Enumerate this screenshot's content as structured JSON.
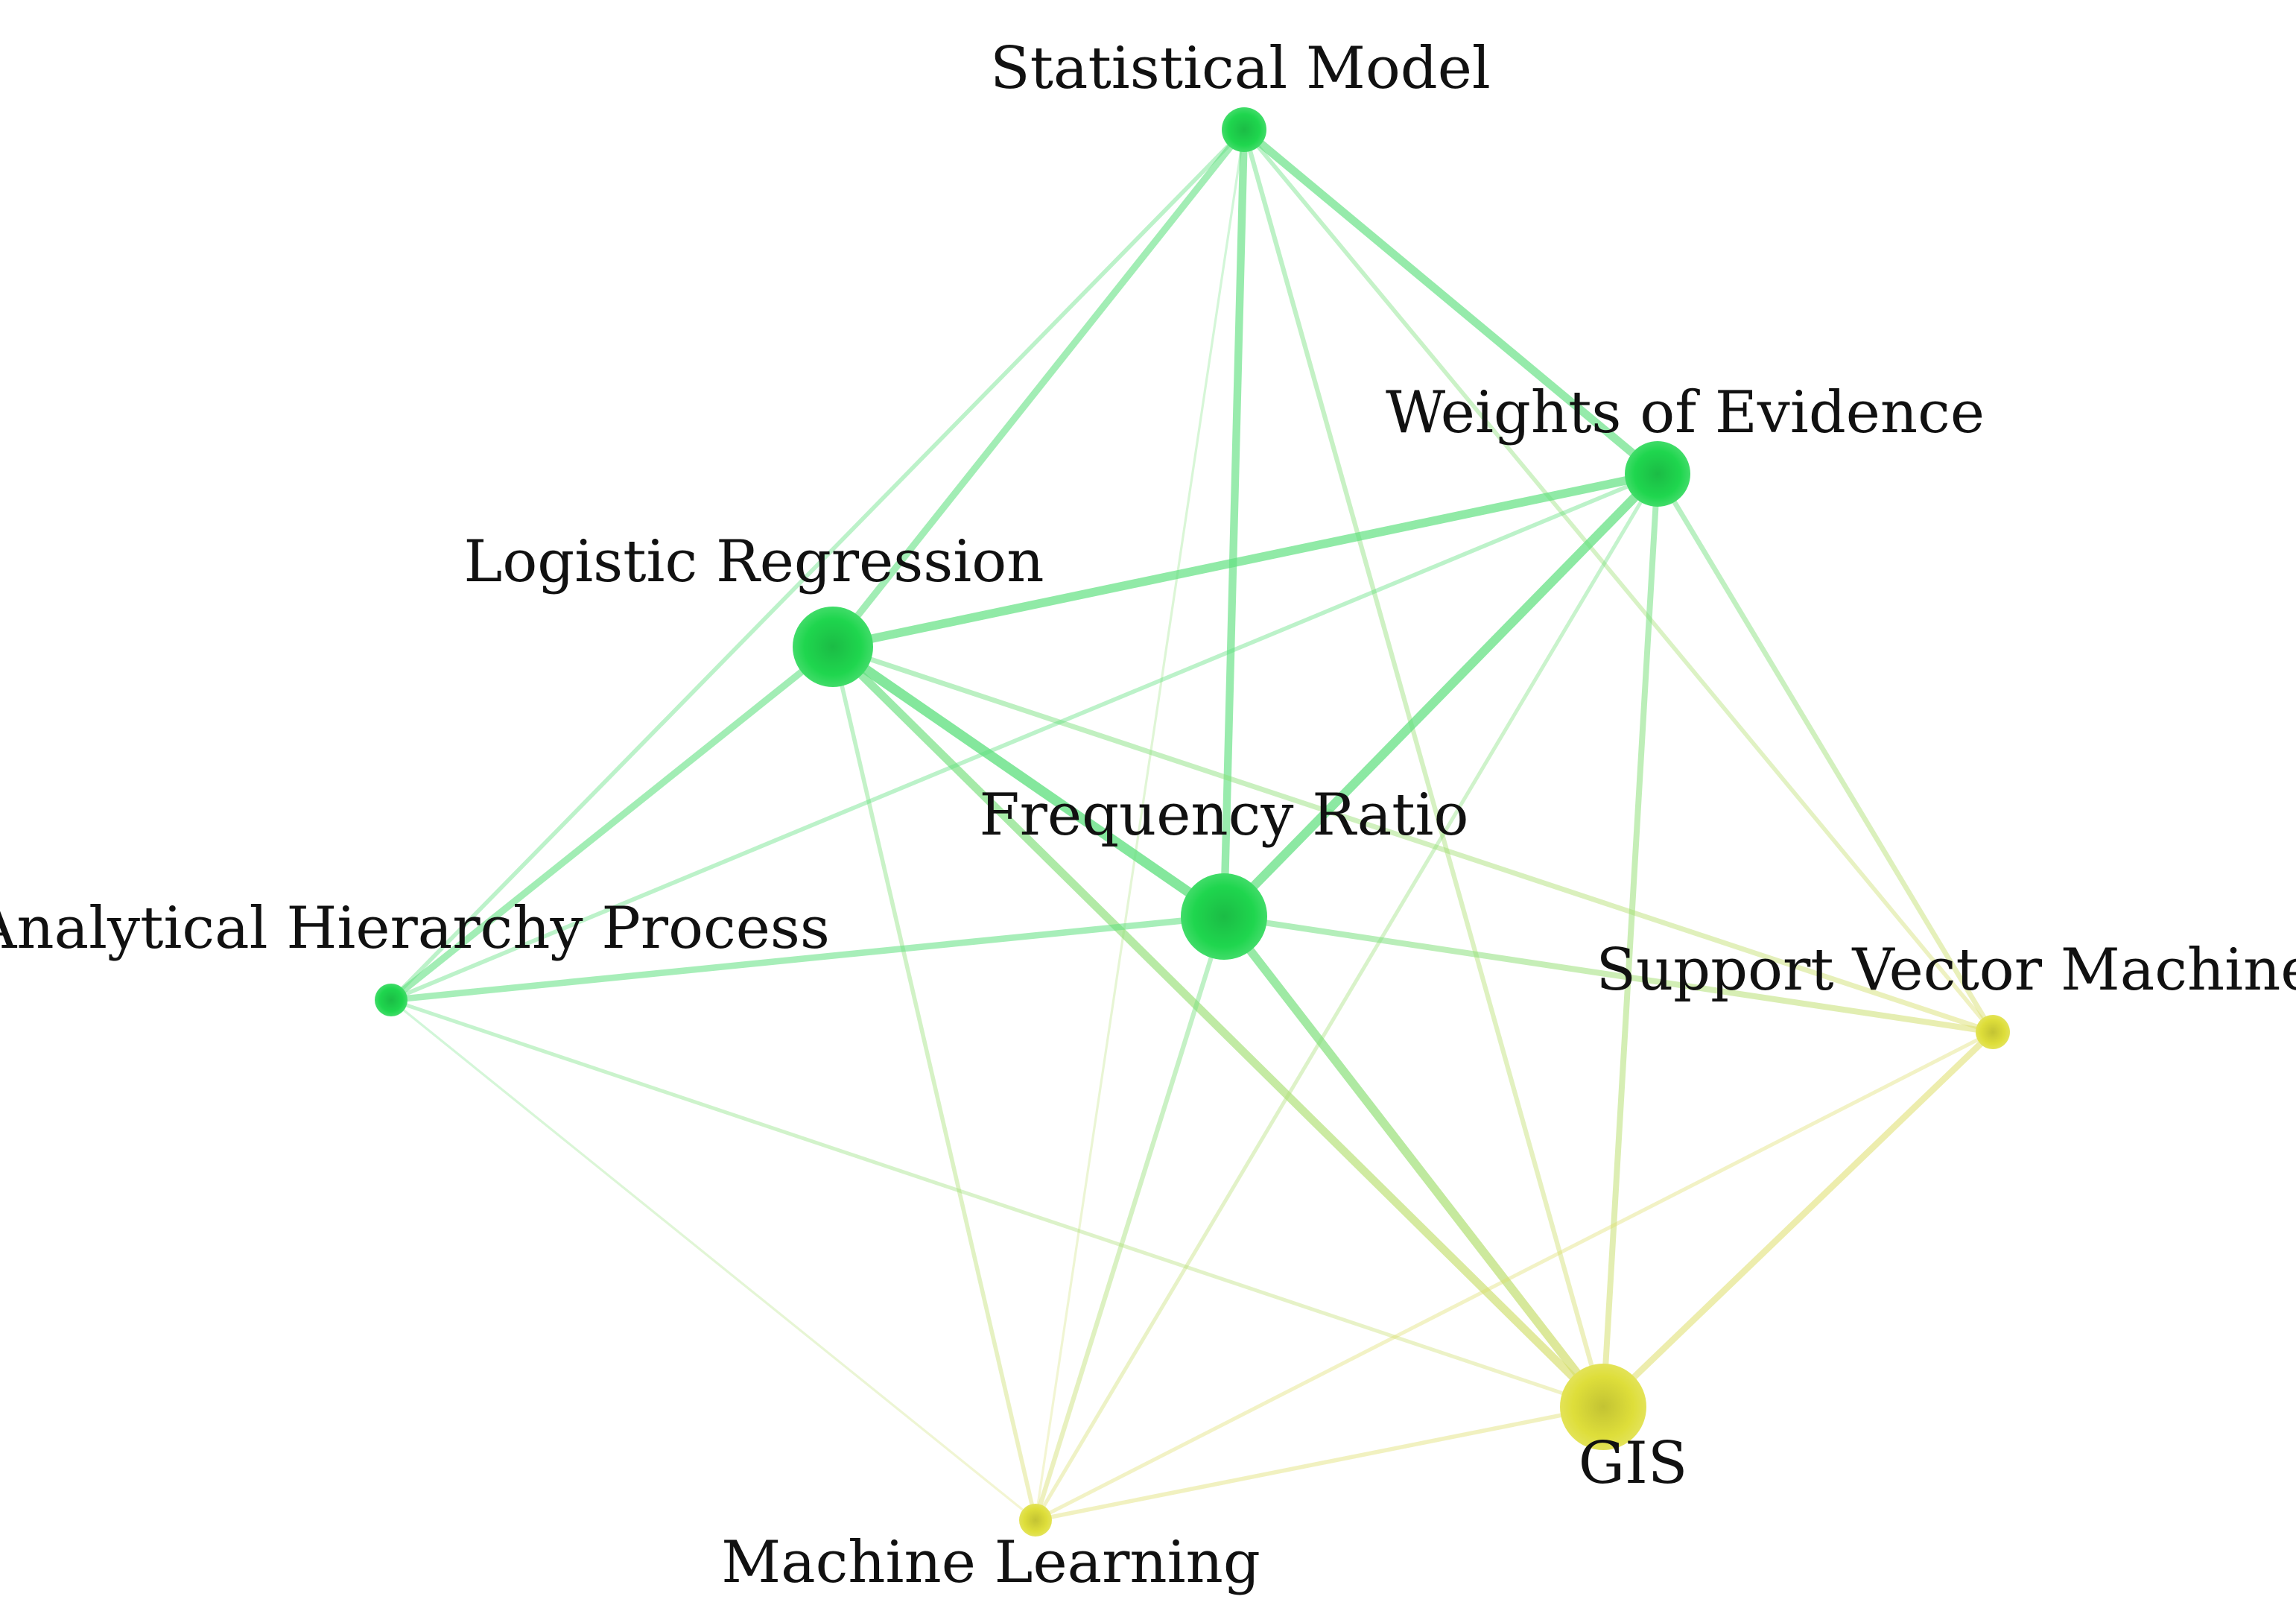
{
  "colors": {
    "green_node": "#1fd64e",
    "yellow_node": "#dede3a",
    "green_edge": "#5fe07f",
    "yellow_edge": "#dede6a",
    "label": "#111111",
    "background": "#ffffff"
  },
  "nodes": [
    {
      "id": "stat",
      "label": "Statistical Model",
      "cluster": "green",
      "weight": 0.3
    },
    {
      "id": "woe",
      "label": "Weights of Evidence",
      "cluster": "green",
      "weight": 0.45
    },
    {
      "id": "lr",
      "label": "Logistic Regression",
      "cluster": "green",
      "weight": 0.6
    },
    {
      "id": "fr",
      "label": "Frequency Ratio",
      "cluster": "green",
      "weight": 0.65
    },
    {
      "id": "ahp",
      "label": "Analytical Hierarchy Process",
      "cluster": "green",
      "weight": 0.2
    },
    {
      "id": "svm",
      "label": "Support Vector Machine",
      "cluster": "yellow",
      "weight": 0.2
    },
    {
      "id": "gis",
      "label": "GIS",
      "cluster": "yellow",
      "weight": 0.7
    },
    {
      "id": "ml",
      "label": "Machine Learning",
      "cluster": "yellow",
      "weight": 0.2
    }
  ],
  "edges": [
    {
      "source": "stat",
      "target": "woe",
      "strength": 0.75
    },
    {
      "source": "stat",
      "target": "fr",
      "strength": 0.7
    },
    {
      "source": "stat",
      "target": "lr",
      "strength": 0.6
    },
    {
      "source": "stat",
      "target": "ahp",
      "strength": 0.3
    },
    {
      "source": "stat",
      "target": "gis",
      "strength": 0.35
    },
    {
      "source": "stat",
      "target": "svm",
      "strength": 0.3
    },
    {
      "source": "stat",
      "target": "ml",
      "strength": 0.1
    },
    {
      "source": "lr",
      "target": "woe",
      "strength": 0.8
    },
    {
      "source": "lr",
      "target": "fr",
      "strength": 0.95
    },
    {
      "source": "lr",
      "target": "gis",
      "strength": 0.75
    },
    {
      "source": "lr",
      "target": "ahp",
      "strength": 0.6
    },
    {
      "source": "lr",
      "target": "svm",
      "strength": 0.4
    },
    {
      "source": "lr",
      "target": "ml",
      "strength": 0.3
    },
    {
      "source": "woe",
      "target": "fr",
      "strength": 0.85
    },
    {
      "source": "woe",
      "target": "gis",
      "strength": 0.5
    },
    {
      "source": "woe",
      "target": "svm",
      "strength": 0.4
    },
    {
      "source": "woe",
      "target": "ahp",
      "strength": 0.3
    },
    {
      "source": "woe",
      "target": "ml",
      "strength": 0.25
    },
    {
      "source": "fr",
      "target": "gis",
      "strength": 0.8
    },
    {
      "source": "fr",
      "target": "ahp",
      "strength": 0.55
    },
    {
      "source": "fr",
      "target": "svm",
      "strength": 0.5
    },
    {
      "source": "fr",
      "target": "ml",
      "strength": 0.35
    },
    {
      "source": "ahp",
      "target": "gis",
      "strength": 0.25
    },
    {
      "source": "ahp",
      "target": "ml",
      "strength": 0.1
    },
    {
      "source": "gis",
      "target": "svm",
      "strength": 0.55
    },
    {
      "source": "gis",
      "target": "ml",
      "strength": 0.3
    },
    {
      "source": "svm",
      "target": "ml",
      "strength": 0.25
    }
  ]
}
